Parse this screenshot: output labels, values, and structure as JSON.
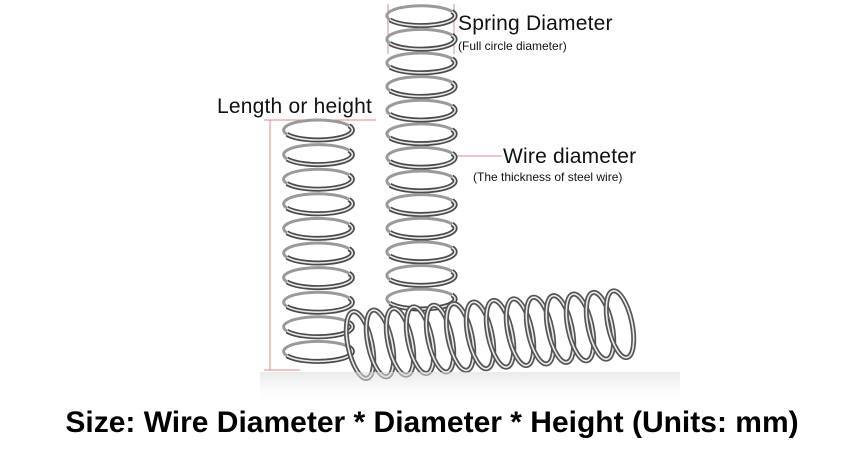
{
  "annotations": {
    "spring_diameter": {
      "title": "Spring Diameter",
      "note": "(Full circle diameter)"
    },
    "length_height": {
      "title": "Length or height"
    },
    "wire_diameter": {
      "title": "Wire diameter",
      "note": "(The thickness of steel wire)"
    }
  },
  "caption": "Size: Wire Diameter * Diameter * Height (Units: mm)",
  "colors": {
    "steel_dark": "#5a5a5a",
    "steel_light": "#e6e6e6",
    "guide_line": "#d98c8c",
    "text": "#111111"
  },
  "icons": [
    "compression-spring-vertical",
    "compression-spring-horizontal"
  ]
}
